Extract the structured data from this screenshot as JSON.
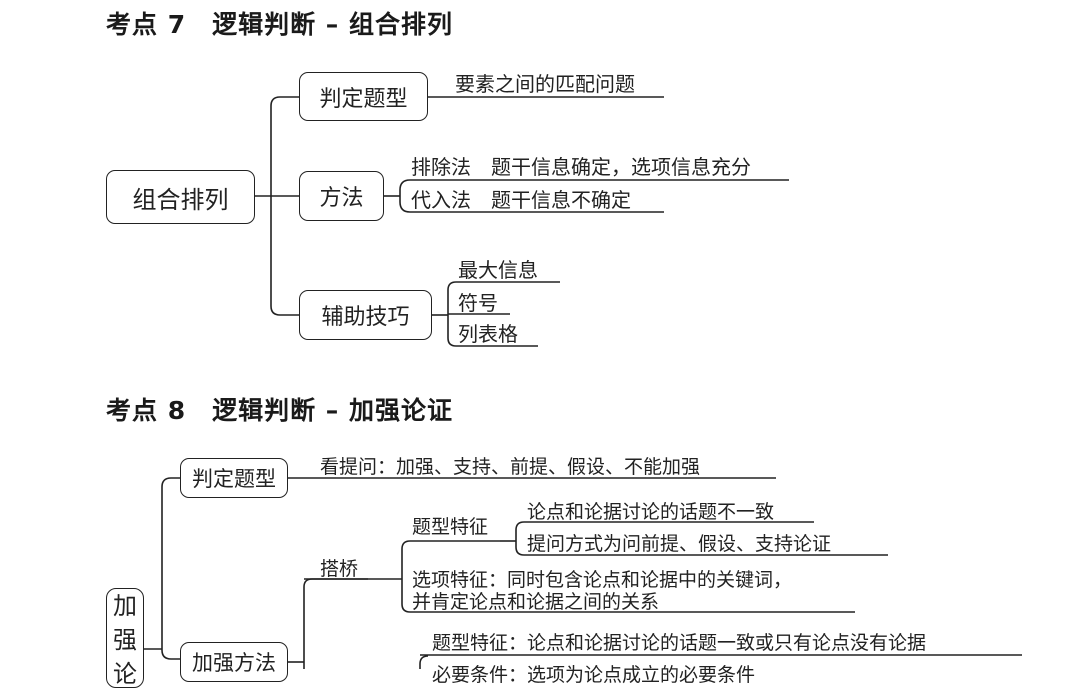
{
  "section7": {
    "heading": "考点 7　逻辑判断 – 组合排列",
    "root": "组合排列",
    "branches": [
      {
        "label": "判定题型",
        "leaves": [
          "要素之间的匹配问题"
        ]
      },
      {
        "label": "方法",
        "leaves": [
          "排除法　题干信息确定，选项信息充分",
          "代入法　题干信息不确定"
        ]
      },
      {
        "label": "辅助技巧",
        "leaves": [
          "最大信息",
          "符号",
          "列表格"
        ]
      }
    ]
  },
  "section8": {
    "heading": "考点 8　逻辑判断 – 加强论证",
    "root_chars": [
      "加",
      "强",
      "论"
    ],
    "branches": [
      {
        "label": "判定题型",
        "leaves": [
          "看提问：加强、支持、前提、假设、不能加强"
        ]
      },
      {
        "label": "加强方法",
        "sub": [
          {
            "label": "搭桥",
            "children": [
              {
                "label": "题型特征",
                "leaves": [
                  "论点和论据讨论的话题不一致",
                  "提问方式为问前提、假设、支持论证"
                ]
              },
              {
                "label": "选项特征：同时包含论点和论据中的关键词，",
                "label2": "并肯定论点和论据之间的关系"
              }
            ]
          }
        ],
        "leaves": [
          "题型特征：论点和论据讨论的话题一致或只有论点没有论据",
          "必要条件：选项为论点成立的必要条件"
        ]
      }
    ]
  }
}
